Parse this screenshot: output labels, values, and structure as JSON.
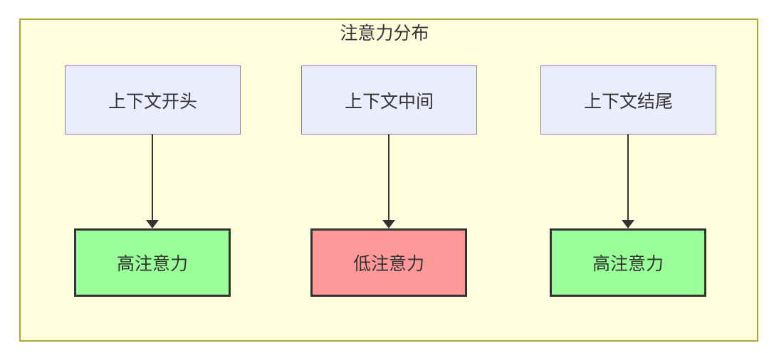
{
  "diagram": {
    "title": "注意力分布",
    "nodes": {
      "sources": [
        "上下文开头",
        "上下文中间",
        "上下文结尾"
      ],
      "targets": [
        "高注意力",
        "低注意力",
        "高注意力"
      ],
      "target_levels": [
        "high",
        "low",
        "high"
      ]
    },
    "edges": [
      {
        "from": "上下文开头",
        "to": "高注意力"
      },
      {
        "from": "上下文中间",
        "to": "低注意力"
      },
      {
        "from": "上下文结尾",
        "to": "高注意力"
      }
    ],
    "colors": {
      "canvas_bg": "#ffffff",
      "container_fill": "#ffffde",
      "container_border": "#aaaa33",
      "source_fill": "#ececff",
      "source_border": "#9370db",
      "high_fill": "#99ff99",
      "low_fill": "#ff9999",
      "target_border": "#333333",
      "text": "#333333",
      "arrow": "#333333"
    }
  }
}
